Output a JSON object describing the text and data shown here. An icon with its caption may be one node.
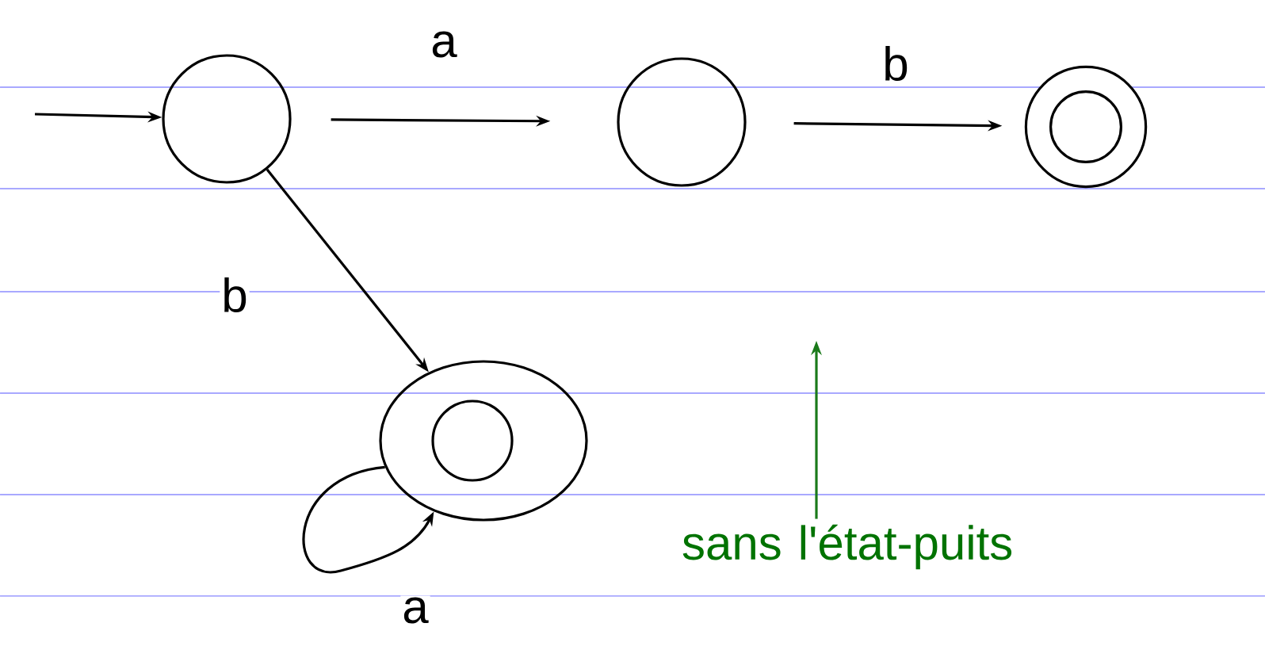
{
  "diagram": {
    "nodes": [
      {
        "text": [],
        "shape": "circle"
      },
      {
        "text": [],
        "shape": "circle"
      },
      {
        "text": [],
        "shape": "double-circle"
      },
      {
        "text": [],
        "shape": "double-ellipse"
      },
      {
        "text": [
          "sans l'état-puits"
        ]
      }
    ],
    "edges": [
      {
        "from": null,
        "to": 0,
        "arrow": "to"
      },
      {
        "from": 0,
        "to": 1,
        "arrow": "to",
        "label": "a"
      },
      {
        "from": 1,
        "to": 2,
        "arrow": "to",
        "label": "b"
      },
      {
        "from": 0,
        "to": 3,
        "arrow": "to",
        "label": "b"
      },
      {
        "from": 3,
        "to": 3,
        "arrow": "to",
        "label": "a"
      },
      {
        "from": 4,
        "to": null,
        "arrow": "to",
        "color": "#1a7a1a"
      }
    ]
  }
}
